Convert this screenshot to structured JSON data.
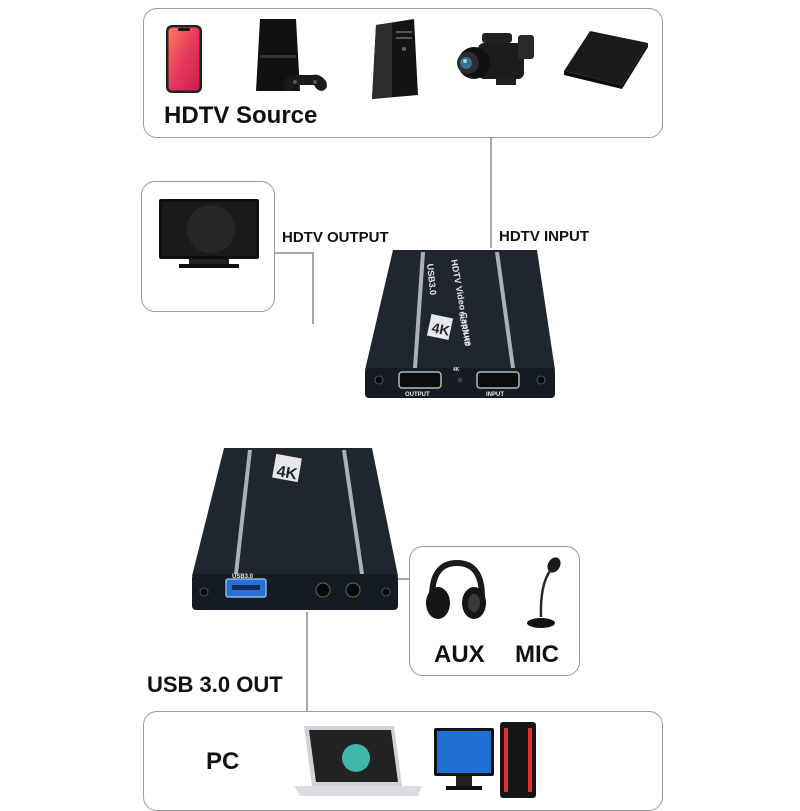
{
  "source_box": {
    "title": "HDTV Source"
  },
  "labels": {
    "hdtv_output": "HDTV OUTPUT",
    "hdtv_input": "HDTV INPUT",
    "usb_out": "USB 3.0 OUT",
    "aux": "AUX",
    "mic": "MIC",
    "pc": "PC"
  },
  "device_front": {
    "usb_brand": "USB3.0",
    "product": "HDTV Video Capture",
    "badge": "4K",
    "sub": "ULTRA HD",
    "port_output": "OUTPUT",
    "port_input": "INPUT",
    "led_label": "4K"
  },
  "device_rear": {
    "port_usb": "USB3.0"
  },
  "icons": [
    "smartphone-icon",
    "game-console-icon",
    "desktop-tower-icon",
    "camcorder-icon",
    "tv-box-icon",
    "tv-monitor-icon",
    "headphones-icon",
    "microphone-icon",
    "laptop-icon",
    "desktop-pc-icon"
  ],
  "colors": {
    "border": "#9a9a9a",
    "device_body": "#1f2630",
    "device_trim": "#a9b0b8"
  }
}
